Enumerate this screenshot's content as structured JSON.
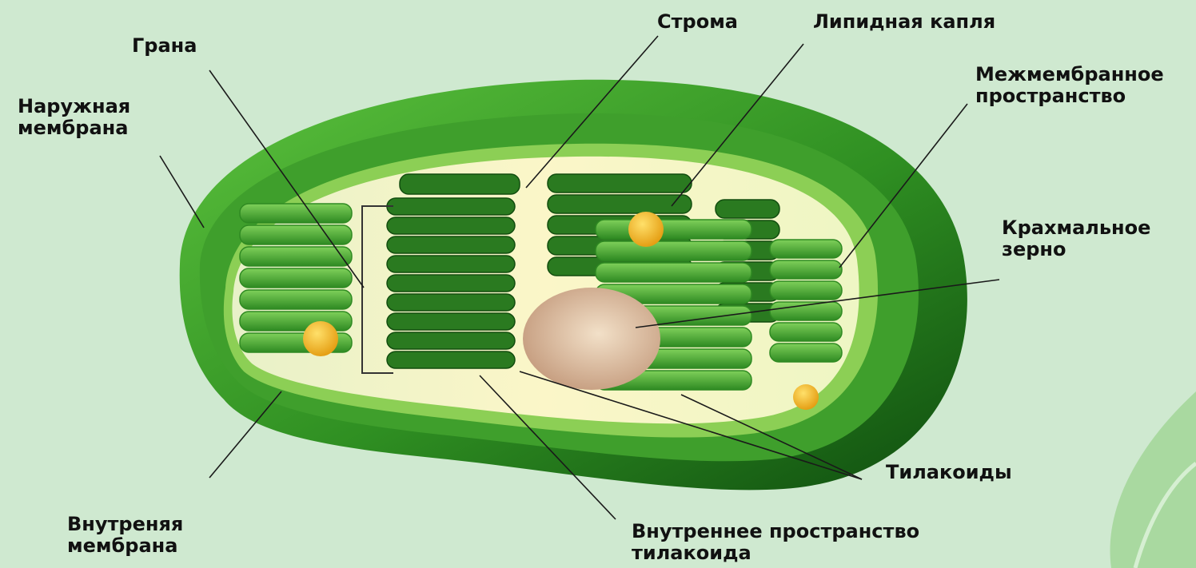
{
  "labels": {
    "grana": "Грана",
    "outer_membrane": [
      "Наружная",
      "мембрана"
    ],
    "stroma": "Строма",
    "lipid_droplet": "Липидная капля",
    "intermembrane_space": [
      "Межмембранное",
      "пространство"
    ],
    "starch_grain": [
      "Крахмальное",
      "зерно"
    ],
    "thylakoids": "Тилакоиды",
    "inner_membrane": [
      "Внутреняя",
      "мембрана"
    ],
    "thylakoid_lumen": [
      "Внутреннее пространство",
      "тилакоида"
    ]
  },
  "colors": {
    "background": "#cfe9d0",
    "outer_membrane": "#2f8f22",
    "outer_membrane_dark": "#145c12",
    "intermembrane": "#4fae35",
    "stroma_fill": "#e9f3c6",
    "thylakoid_light": "#5eb83f",
    "thylakoid_dark": "#1f6a1a",
    "starch": "#d8b598",
    "lipid": "#f2b21c",
    "leader_line": "#1a1a1a"
  }
}
